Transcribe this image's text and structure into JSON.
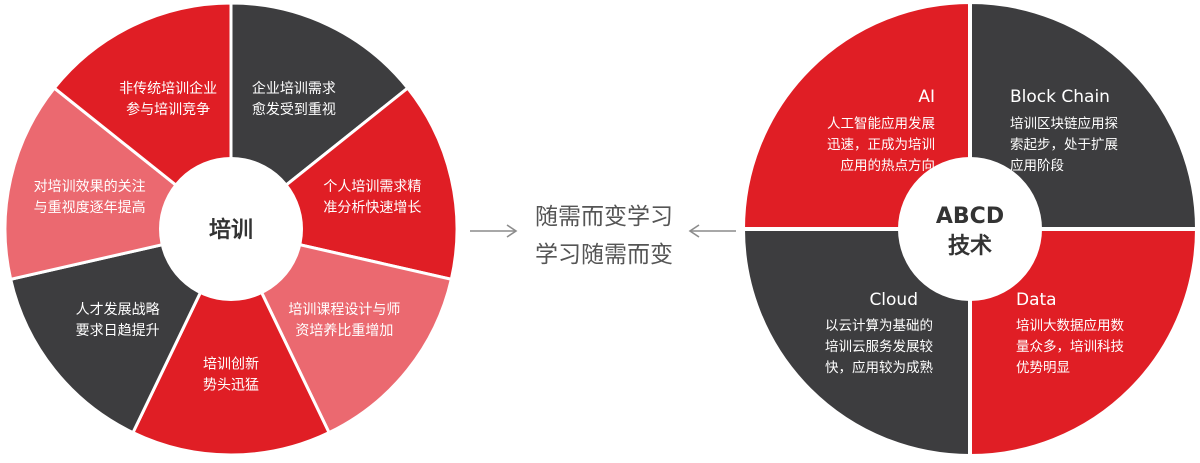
{
  "left_wheel": {
    "center_label": "培训",
    "segments": [
      {
        "lines": [
          "企业培训需求",
          "愈发受到重视"
        ],
        "color": "#3d3d3f"
      },
      {
        "lines": [
          "个人培训需求精",
          "准分析快速增长"
        ],
        "color": "#e01e25"
      },
      {
        "lines": [
          "培训课程设计与师",
          "资培养比重增加"
        ],
        "color": "#eb6970"
      },
      {
        "lines": [
          "培训创新",
          "势头迅猛"
        ],
        "color": "#e01e25"
      },
      {
        "lines": [
          "人才发展战略",
          "要求日趋提升"
        ],
        "color": "#3d3d3f"
      },
      {
        "lines": [
          "对培训效果的关注",
          "与重视度逐年提高"
        ],
        "color": "#eb6970"
      },
      {
        "lines": [
          "非传统培训企业",
          "参与培训竞争"
        ],
        "color": "#e01e25"
      }
    ]
  },
  "middle": {
    "line1": "随需而变学习",
    "line2": "学习随需而变"
  },
  "right_wheel": {
    "center_lines": [
      "ABCD",
      "技术"
    ],
    "quadrants": [
      {
        "title": "AI",
        "body": [
          "人工智能应用发展",
          "迅速，正成为培训",
          "应用的热点方向"
        ],
        "color": "#e01e25"
      },
      {
        "title": "Block Chain",
        "body": [
          "培训区块链应用探",
          "索起步，处于扩展",
          "应用阶段"
        ],
        "color": "#3d3d3f"
      },
      {
        "title": "Data",
        "body": [
          "培训大数据应用数",
          "量众多，培训科技",
          "优势明显"
        ],
        "color": "#e01e25"
      },
      {
        "title": "Cloud",
        "body": [
          "以云计算为基础的",
          "培训云服务发展较",
          "快，应用较为成熟"
        ],
        "color": "#3d3d3f"
      }
    ]
  },
  "colors": {
    "red": "#e01e25",
    "dark": "#3d3d3f",
    "pink": "#eb6970",
    "arrow": "#8c8c8c"
  }
}
